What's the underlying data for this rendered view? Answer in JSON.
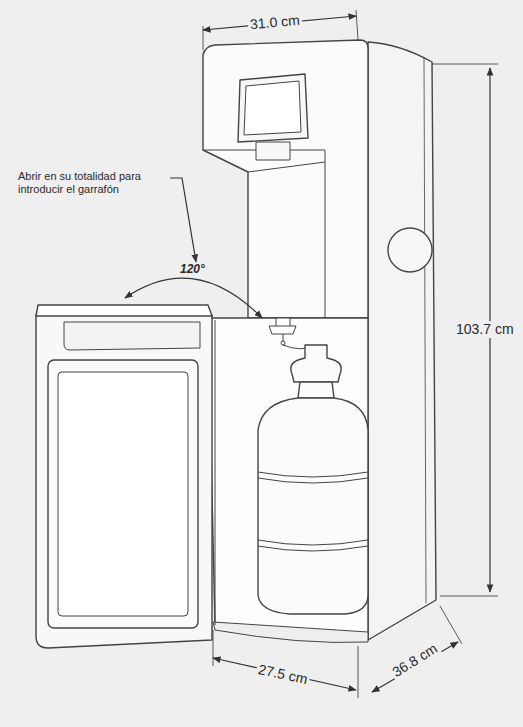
{
  "diagram": {
    "labels": [
      "31.0 cm",
      "Abrir en su totalidad para introducir el garrafón",
      "120°",
      "103.7 cm",
      "27.5 cm",
      "36.8 cm"
    ]
  }
}
